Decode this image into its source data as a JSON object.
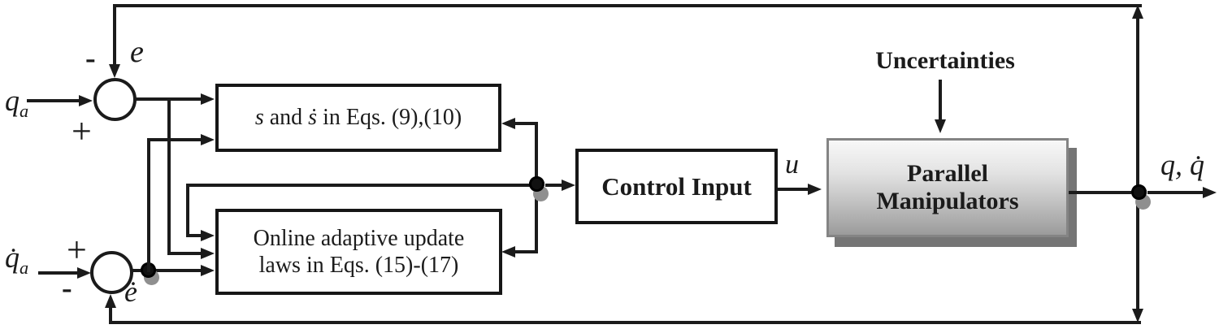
{
  "title": "Adaptive control block diagram for parallel manipulators",
  "labels": {
    "qa": {
      "base": "q",
      "sub": "a"
    },
    "qa_dot": {
      "base": "q̇",
      "sub": "a"
    },
    "e": "e",
    "e_dot": "ė",
    "u": "u",
    "q_qdot": "q, q̇",
    "uncertainties": "Uncertainties"
  },
  "signs": {
    "top_minus": "-",
    "top_plus": "+",
    "bottom_plus": "+",
    "bottom_minus": "-"
  },
  "blocks": {
    "sliding": {
      "s": "s",
      "and": " and ",
      "s_dot": "ṡ",
      "rest": " in Eqs. (9),(10)"
    },
    "adaptive": {
      "line1": "Online adaptive update",
      "line2": "laws in Eqs. (15)-(17)"
    },
    "control": "Control Input",
    "plant": {
      "line1": "Parallel",
      "line2": "Manipulators"
    }
  },
  "colors": {
    "line": "#1b1b1b",
    "background": "#ffffff",
    "plant_border": "#848484",
    "plant_gradient_top": "#f8f8f8",
    "plant_gradient_bottom": "#9b9b9b",
    "plant_shadow": "#757575",
    "node_fill": "#111111",
    "node_shadow": "#8f8f8f"
  }
}
